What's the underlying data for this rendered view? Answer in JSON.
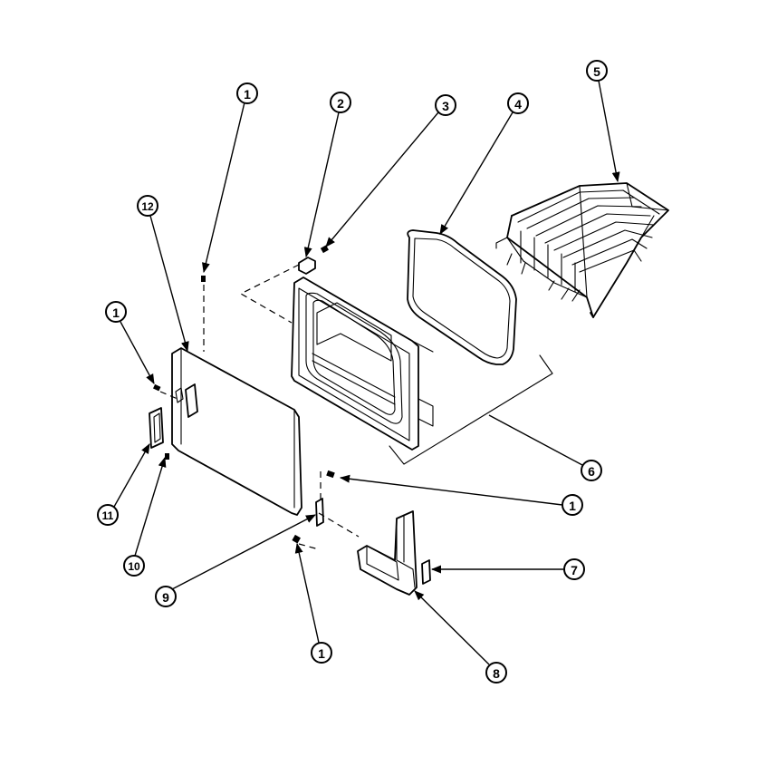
{
  "diagram": {
    "callouts": [
      "1",
      "2",
      "3",
      "4",
      "5",
      "12",
      "1",
      "6",
      "1",
      "11",
      "10",
      "9",
      "7",
      "1",
      "8"
    ]
  },
  "colors": {
    "line": "#000000",
    "background": "#ffffff"
  }
}
